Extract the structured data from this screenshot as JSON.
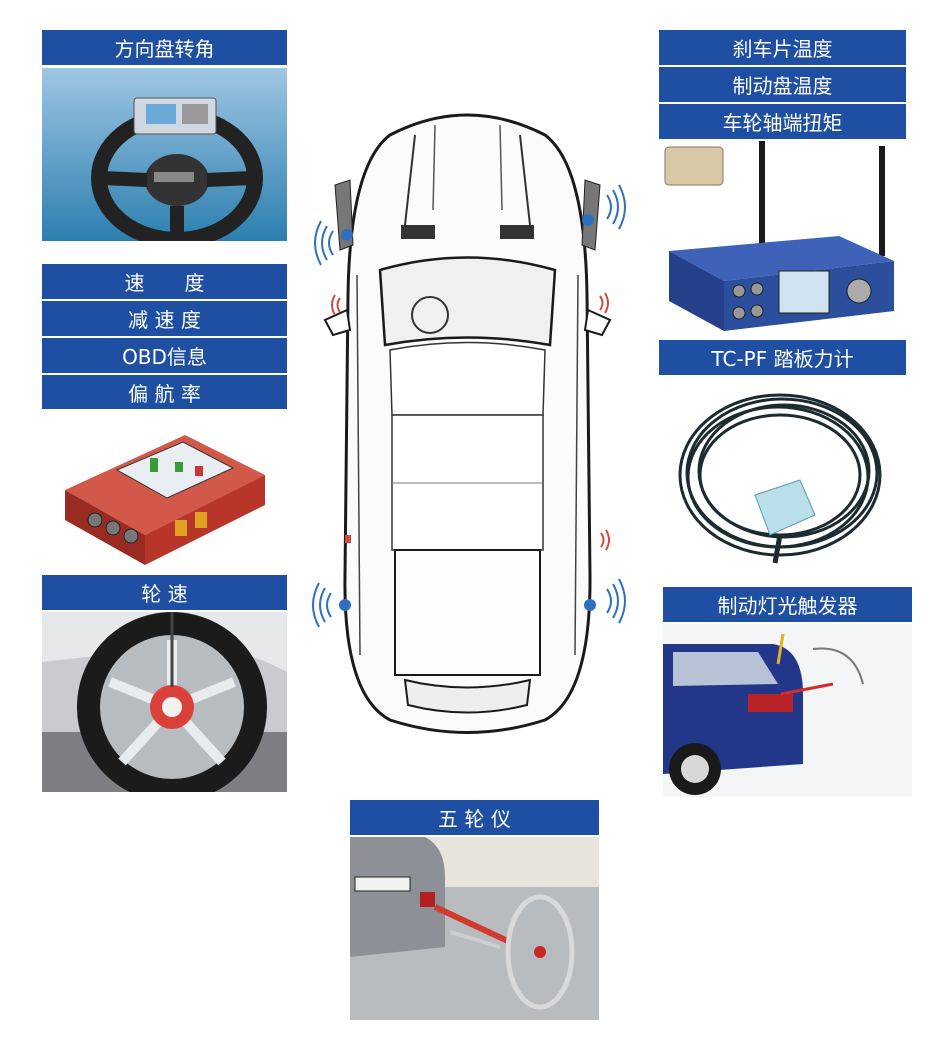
{
  "labels": {
    "steering": "方向盘转角",
    "speed": "速　　度",
    "decel": "减 速 度",
    "obd": "OBD信息",
    "yaw": "偏 航 率",
    "wheel_speed": "轮 速",
    "brake_pad_temp": "刹车片温度",
    "brake_disc_temp": "制动盘温度",
    "axle_torque": "车轮轴端扭矩",
    "pedal_force": "TC-PF 踏板力计",
    "brake_light": "制动灯光触发器",
    "fifth_wheel": "五 轮 仪"
  },
  "colors": {
    "label_bg": "#1f4fa3",
    "label_text": "#ffffff",
    "signal_blue": "#2f6fc0",
    "signal_red": "#d04a3a",
    "logger_red": "#b8352a",
    "logger_blue": "#2b4f9c"
  }
}
